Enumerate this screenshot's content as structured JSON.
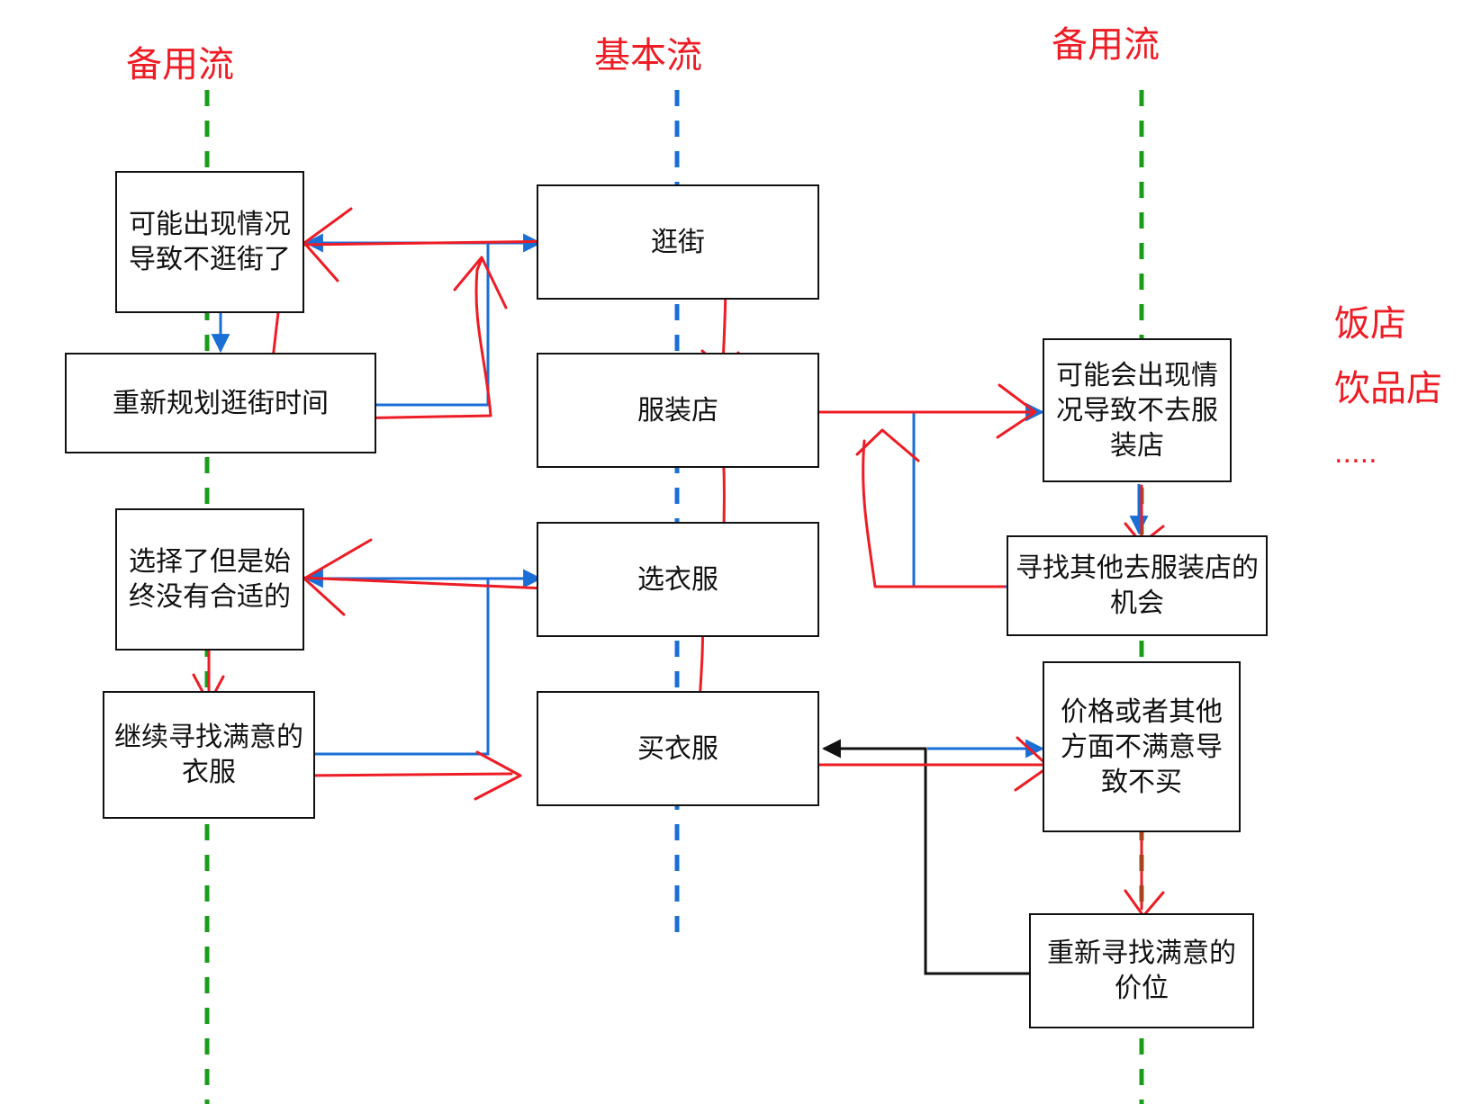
{
  "colors": {
    "accent_red": "#ee1c24",
    "alt_lane": "#1a9c1a",
    "basic_lane": "#1a6fd6",
    "connector_blue": "#1a6fd6",
    "box_border": "#111111"
  },
  "lanes": {
    "left_title": "备用流",
    "center_title": "基本流",
    "right_title": "备用流"
  },
  "boxes": {
    "left_1": "可能出现情况导致不逛街了",
    "left_2": "重新规划逛街时间",
    "left_3": "选择了但是始终没有合适的",
    "left_4": "继续寻找满意的衣服",
    "center_1": "逛街",
    "center_2": "服装店",
    "center_3": "选衣服",
    "center_4": "买衣服",
    "right_1": "可能会出现情况导致不去服装店",
    "right_2": "寻找其他去服装店的机会",
    "right_3": "价格或者其他方面不满意导致不买",
    "right_4": "重新寻找满意的价位"
  },
  "side_notes": [
    "饭店",
    "饮品店",
    "....."
  ]
}
